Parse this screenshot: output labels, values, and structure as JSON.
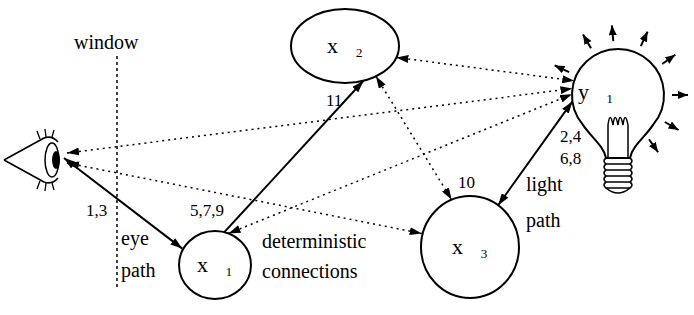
{
  "diagram": {
    "nodes": [
      {
        "text": [
          "x⃗₁"
        ]
      },
      {
        "text": [
          "x⃗₂"
        ]
      },
      {
        "text": [
          "x⃗₃"
        ]
      },
      {
        "text": [
          "y⃗₁"
        ]
      }
    ],
    "edges": [
      {
        "from": 0,
        "to": 1,
        "arrow": "to"
      },
      {
        "from": 3,
        "to": 2,
        "arrow": "both"
      },
      {
        "from": 0,
        "to": 3,
        "arrow": "both"
      },
      {
        "from": 1,
        "to": 2,
        "arrow": "both"
      },
      {
        "from": 1,
        "to": 3,
        "arrow": "both"
      }
    ],
    "labels": [
      "window",
      "1,3",
      "eye path",
      "5,7,9",
      "11",
      "deterministic connections",
      "10",
      "light path",
      "2,4 6,8"
    ]
  }
}
